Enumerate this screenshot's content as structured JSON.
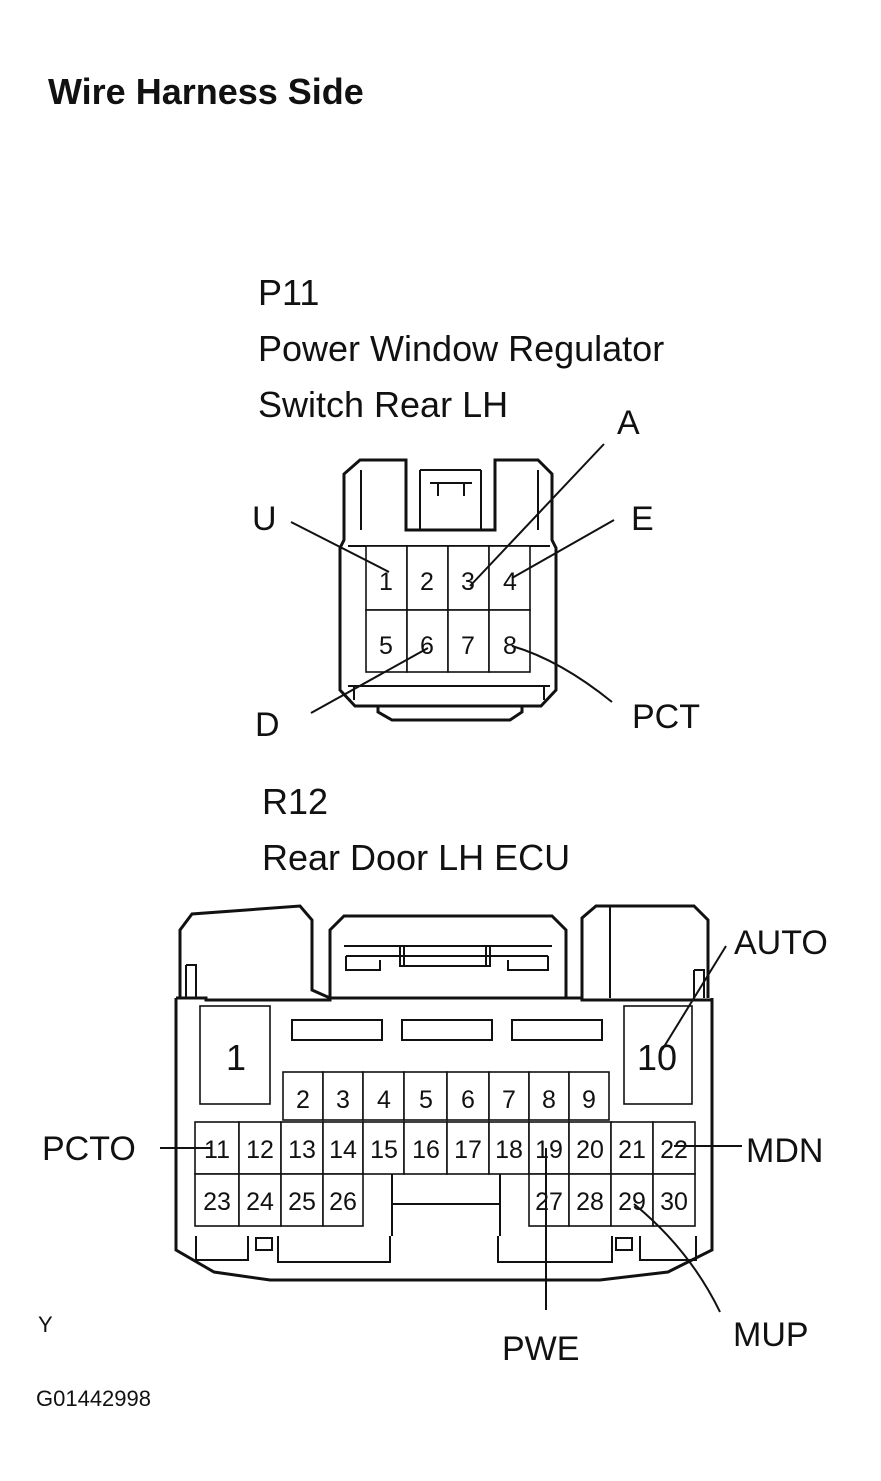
{
  "header": {
    "title": "Wire Harness Side"
  },
  "p11": {
    "code": "P11",
    "name_line1": "Power Window Regulator",
    "name_line2": "Switch Rear LH",
    "pins": [
      "1",
      "2",
      "3",
      "4",
      "5",
      "6",
      "7",
      "8"
    ],
    "labels": {
      "U": "U",
      "A": "A",
      "E": "E",
      "D": "D",
      "PCT": "PCT"
    }
  },
  "r12": {
    "code": "R12",
    "name": "Rear Door LH ECU",
    "pins": {
      "p1": "1",
      "p10": "10",
      "p2": "2",
      "p3": "3",
      "p4": "4",
      "p5": "5",
      "p6": "6",
      "p7": "7",
      "p8": "8",
      "p9": "9",
      "p11": "11",
      "p12": "12",
      "p13": "13",
      "p14": "14",
      "p15": "15",
      "p16": "16",
      "p17": "17",
      "p18": "18",
      "p19": "19",
      "p20": "20",
      "p21": "21",
      "p22": "22",
      "p23": "23",
      "p24": "24",
      "p25": "25",
      "p26": "26",
      "p27": "27",
      "p28": "28",
      "p29": "29",
      "p30": "30"
    },
    "labels": {
      "AUTO": "AUTO",
      "PCTO": "PCTO",
      "MDN": "MDN",
      "PWE": "PWE",
      "MUP": "MUP"
    }
  },
  "footer": {
    "mark": "Y",
    "code": "G01442998"
  }
}
